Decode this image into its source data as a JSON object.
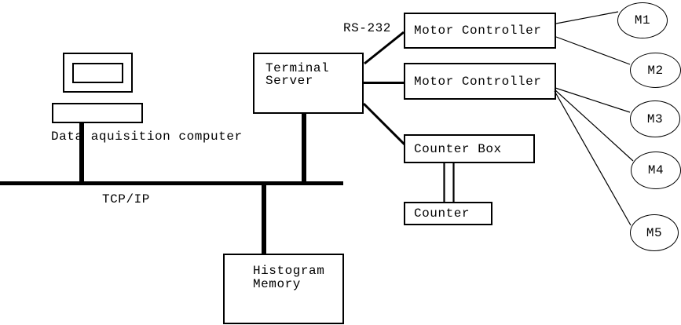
{
  "diagram": {
    "computer_label": "Data aquisition computer",
    "bus_label": "TCP/IP",
    "serial_label": "RS-232",
    "terminal_server": "Terminal\nServer",
    "motor_controller_1": "Motor Controller",
    "motor_controller_2": "Motor Controller",
    "counter_box": "Counter Box",
    "counter": "Counter",
    "histogram_memory": "Histogram\nMemory",
    "motors": [
      "M1",
      "M2",
      "M3",
      "M4",
      "M5"
    ],
    "colors": {
      "line": "#000000",
      "background": "#ffffff"
    }
  }
}
